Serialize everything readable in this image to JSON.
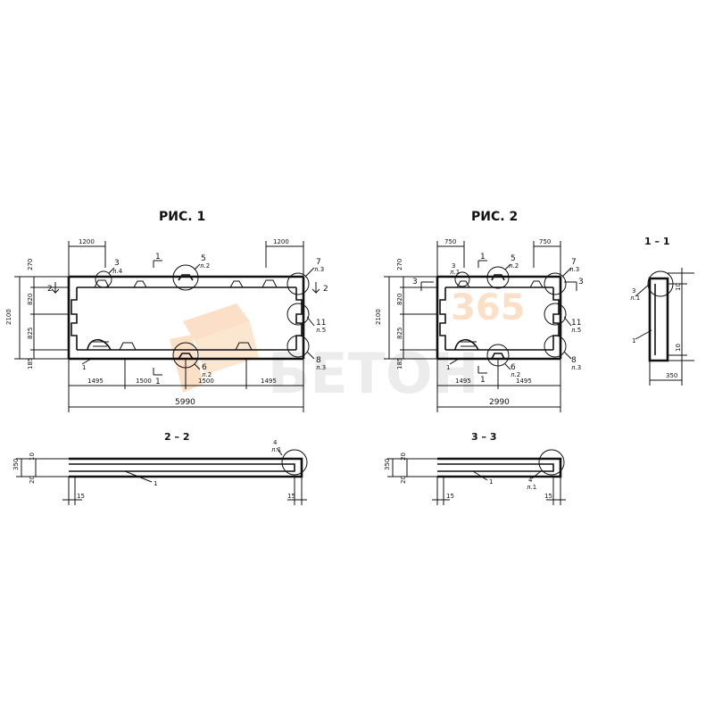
{
  "fig1": {
    "title": "РИС. 1",
    "dims": {
      "top_left": "1200",
      "top_right": "1200",
      "bottom_1": "1495",
      "bottom_2": "1500",
      "bottom_3": "1500",
      "bottom_4": "1495",
      "total": "5990",
      "left_total": "2100",
      "left_1": "270",
      "left_2": "820",
      "left_3": "825",
      "left_4": "185"
    },
    "markers": {
      "m3": "3",
      "m3_ref": "л.4",
      "m5": "5",
      "m5_ref": "л.2",
      "m7": "7",
      "m7_ref": "л.3",
      "m11": "11",
      "m11_ref": "л.5",
      "m8": "8",
      "m8_ref": "л.3",
      "m6": "6",
      "m6_ref": "л.2",
      "m1": "1"
    },
    "cuts": {
      "c1_top": "1",
      "c1_bottom": "1",
      "c2_left": "2",
      "c2_right": "2"
    }
  },
  "fig2": {
    "title": "РИС. 2",
    "dims": {
      "top_left": "750",
      "top_right": "750",
      "bottom_1": "1495",
      "bottom_2": "1495",
      "total": "2990",
      "left_total": "2100",
      "left_1": "270",
      "left_2": "820",
      "left_3": "825",
      "left_4": "185"
    },
    "markers": {
      "m3": "3",
      "m3_ref": "л.1",
      "m5": "5",
      "m5_ref": "л.2",
      "m7": "7",
      "m7_ref": "л.3",
      "m11": "11",
      "m11_ref": "л.5",
      "m8": "8",
      "m8_ref": "л.3",
      "m6": "6",
      "m6_ref": "л.2",
      "m1": "1"
    },
    "cuts": {
      "c1_top": "1",
      "c1_bottom": "1",
      "c3_left": "3",
      "c3_right": "3"
    }
  },
  "sec11": {
    "title": "1 – 1",
    "marker": "3",
    "marker_ref": "л.1",
    "item": "1",
    "dim_top": "10",
    "dim_bottom": "10",
    "width": "350"
  },
  "sec22": {
    "title": "2 – 2",
    "height": "350",
    "d_top": "10",
    "d_bottom": "20",
    "left_15": "15",
    "right_15": "15",
    "marker": "4",
    "marker_ref": "л.1",
    "item": "1"
  },
  "sec33": {
    "title": "3 – 3",
    "height": "350",
    "d_top": "20",
    "d_bottom": "20",
    "left_15": "15",
    "right_15": "15",
    "marker": "4",
    "marker_ref": "л.1",
    "item": "1"
  },
  "watermark": {
    "brand": "БЕТОН",
    "number": "365"
  }
}
